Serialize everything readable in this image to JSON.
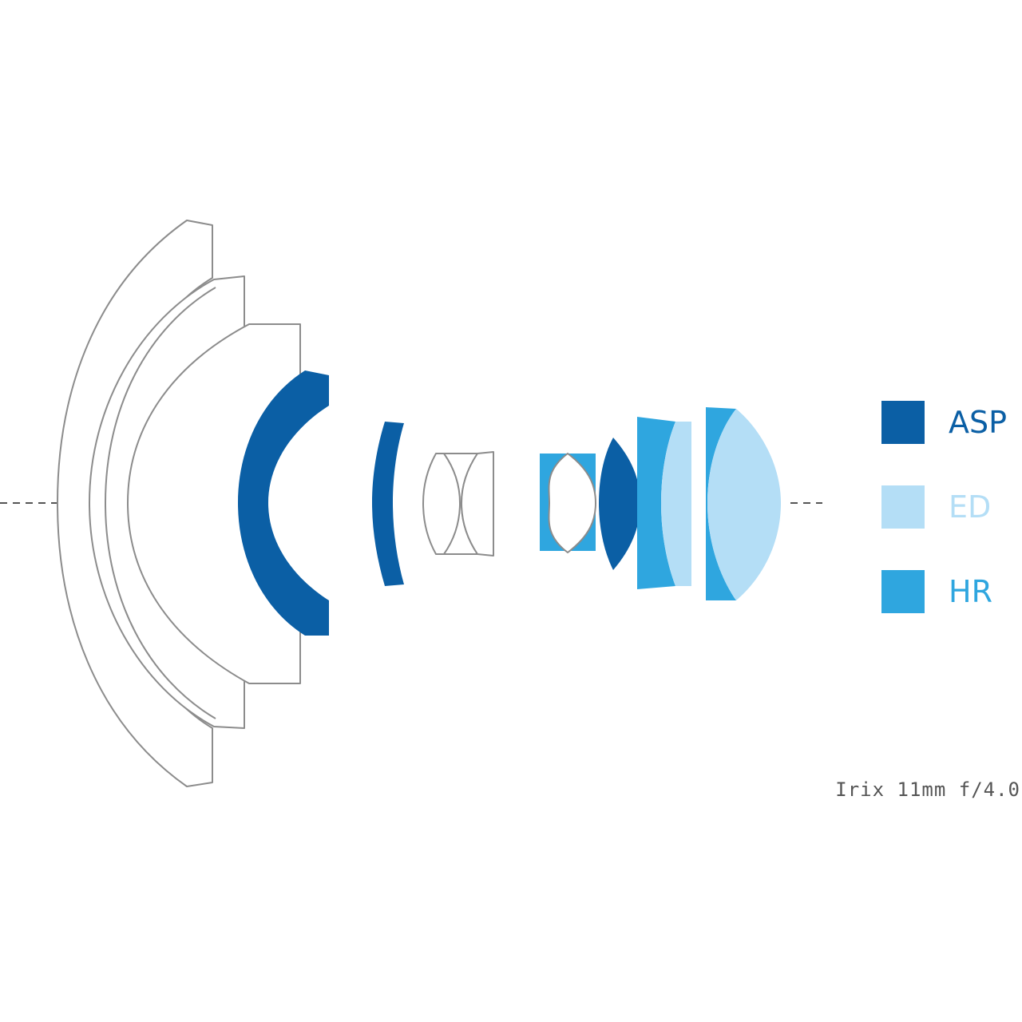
{
  "colors": {
    "asp": "#0b5fa5",
    "ed": "#b4def6",
    "hr": "#2fa6df",
    "outline": "#8c8c8c",
    "axis": "#555555",
    "caption": "#555555"
  },
  "legend": {
    "items": [
      {
        "key": "asp",
        "label": "ASP"
      },
      {
        "key": "ed",
        "label": "ED"
      },
      {
        "key": "hr",
        "label": "HR"
      }
    ]
  },
  "caption": "Irix 11mm f/4.0"
}
